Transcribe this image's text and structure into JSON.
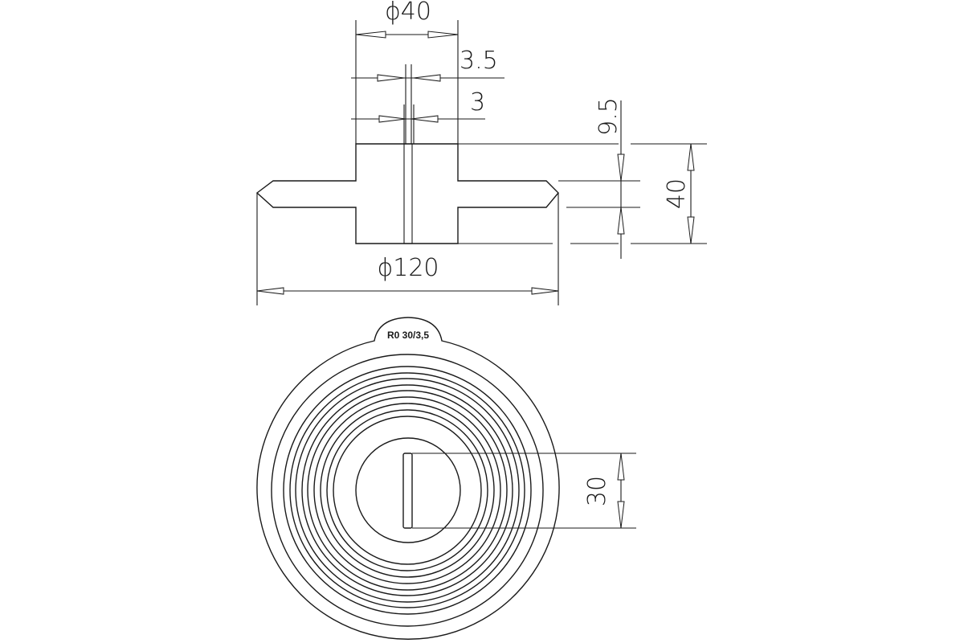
{
  "drawing": {
    "section_view": {
      "dim_hub_diameter": "ϕ40",
      "dim_slot_outer": "3.5",
      "dim_slot_inner": "3",
      "dim_flange_offset": "9.5",
      "dim_height": "40",
      "dim_flange_diameter": "ϕ120"
    },
    "top_view": {
      "tab_label": "R0 30/3,5",
      "dim_slot_length": "30"
    }
  }
}
